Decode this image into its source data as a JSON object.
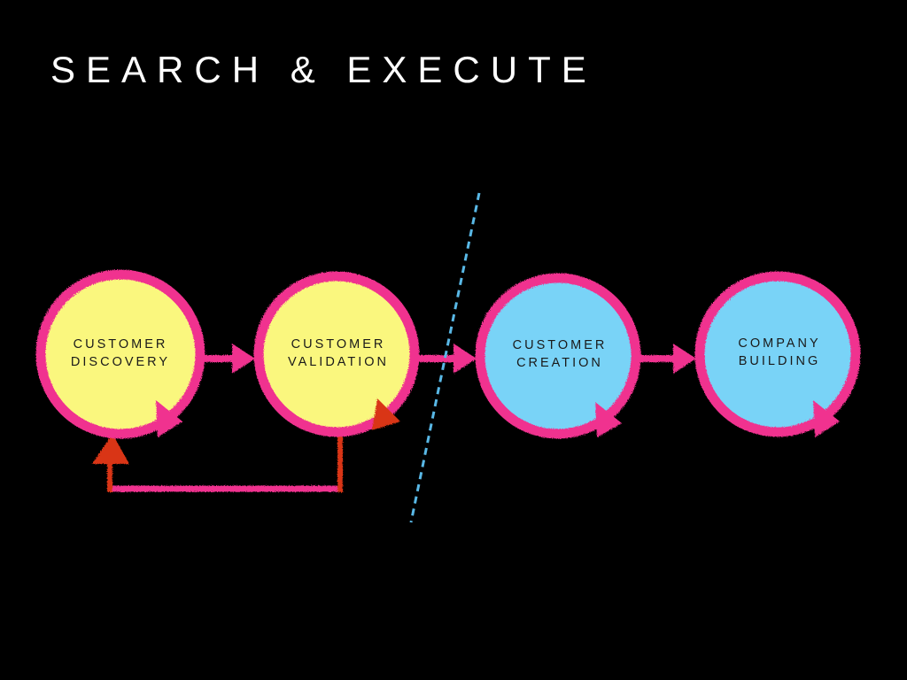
{
  "title": "SEARCH & EXECUTE",
  "stages": [
    {
      "line1": "CUSTOMER",
      "line2": "DISCOVERY",
      "fill": "#faf77e"
    },
    {
      "line1": "CUSTOMER",
      "line2": "VALIDATION",
      "fill": "#faf77e"
    },
    {
      "line1": "CUSTOMER",
      "line2": "CREATION",
      "fill": "#79d3f7"
    },
    {
      "line1": "COMPANY",
      "line2": "BUILDING",
      "fill": "#79d3f7"
    }
  ],
  "colors": {
    "background": "#000000",
    "title": "#ffffff",
    "ring": "#f0328f",
    "search_fill": "#faf77e",
    "execute_fill": "#79d3f7",
    "loop_arrow": "#d93412",
    "divider": "#59b8e6",
    "label": "#1a1a1a"
  }
}
